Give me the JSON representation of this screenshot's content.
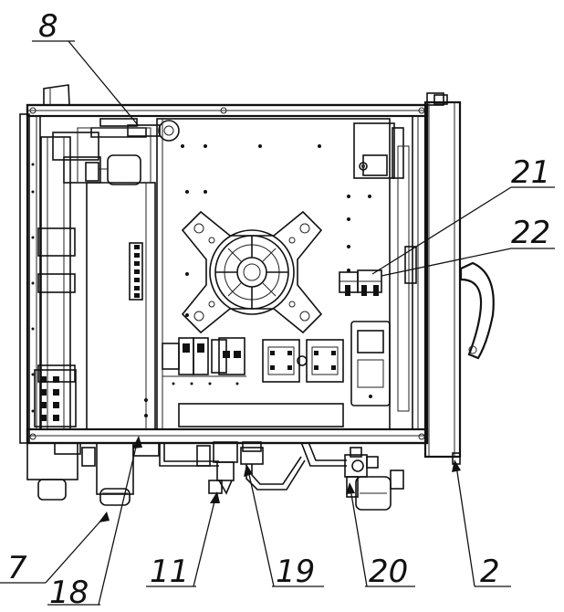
{
  "callouts": [
    {
      "id": "callout-8",
      "text": "8"
    },
    {
      "id": "callout-21",
      "text": "21"
    },
    {
      "id": "callout-22",
      "text": "22"
    },
    {
      "id": "callout-7",
      "text": "7"
    },
    {
      "id": "callout-18",
      "text": "18"
    },
    {
      "id": "callout-11",
      "text": "11"
    },
    {
      "id": "callout-19",
      "text": "19"
    },
    {
      "id": "callout-20",
      "text": "20"
    },
    {
      "id": "callout-2",
      "text": "2"
    }
  ],
  "colors": {
    "ink": "#111111",
    "background": "#ffffff"
  }
}
